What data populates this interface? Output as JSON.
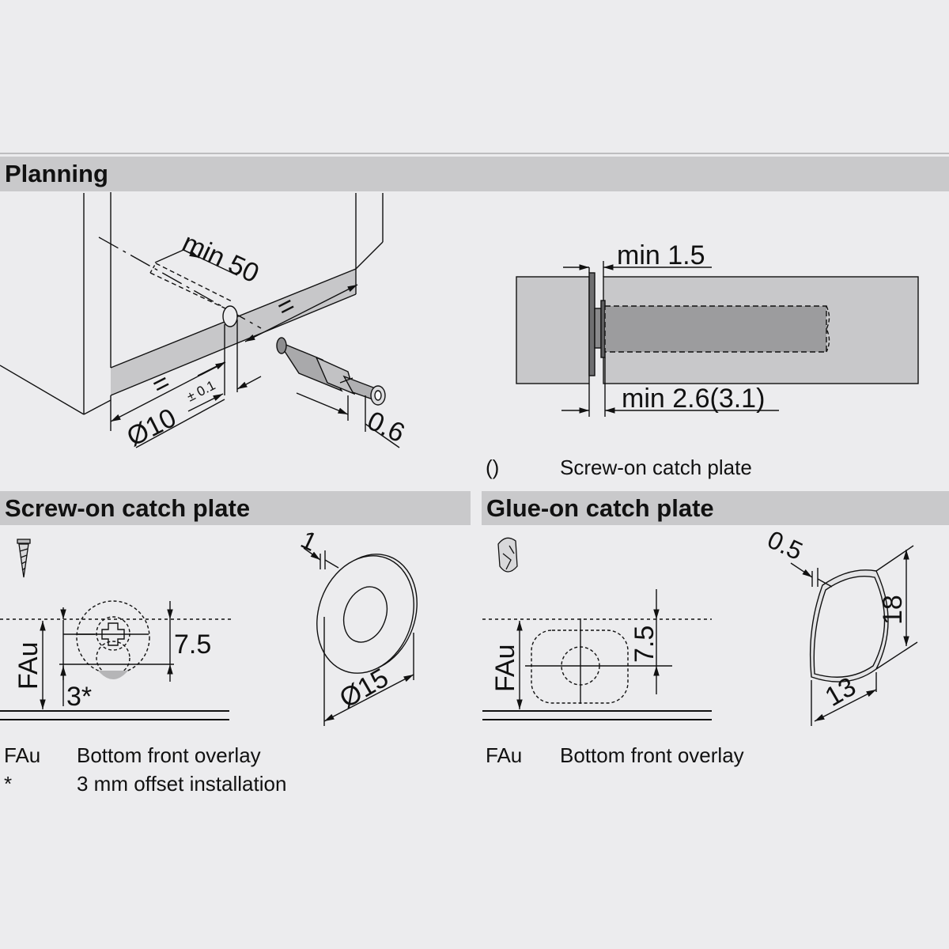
{
  "sections": {
    "planning": "Planning",
    "screw_on": "Screw-on catch plate",
    "glue_on": "Glue-on catch plate"
  },
  "planning_dims": {
    "min_depth": "min 50",
    "equal_left": "=",
    "equal_right": "=",
    "diameter": "Ø10",
    "tolerance": "± 0.1",
    "projection": "0.6"
  },
  "section_dims": {
    "min_gap": "min 1.5",
    "min_depth": "min 2.6(3.1)"
  },
  "section_legend": {
    "symbol": "()",
    "text": "Screw-on catch plate"
  },
  "screw_dims": {
    "overlay": "FAu",
    "offset": "7.5",
    "offset_install": "3*",
    "thickness": "1",
    "diameter": "Ø15"
  },
  "screw_legend": [
    {
      "key": "FAu",
      "text": "Bottom front overlay"
    },
    {
      "key": "*",
      "text": "3 mm offset installation"
    }
  ],
  "glue_dims": {
    "overlay": "FAu",
    "offset": "7.5",
    "thickness": "0.5",
    "height": "18",
    "width": "13"
  },
  "glue_legend": [
    {
      "key": "FAu",
      "text": "Bottom front overlay"
    }
  ],
  "icons": [
    "screw-icon",
    "glue-icon"
  ],
  "colors": {
    "background": "#ececee",
    "band": "#c9c9cb",
    "fill_grey": "#a9a9ab"
  }
}
